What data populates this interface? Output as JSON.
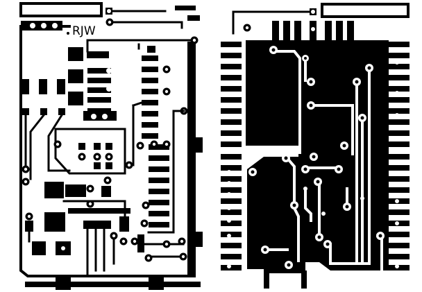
{
  "artwork": {
    "initials": "RJW",
    "ink_color": "#000000",
    "paper_color": "#ffffff",
    "layers": [
      "left-copper-layer",
      "right-copper-layer"
    ]
  }
}
